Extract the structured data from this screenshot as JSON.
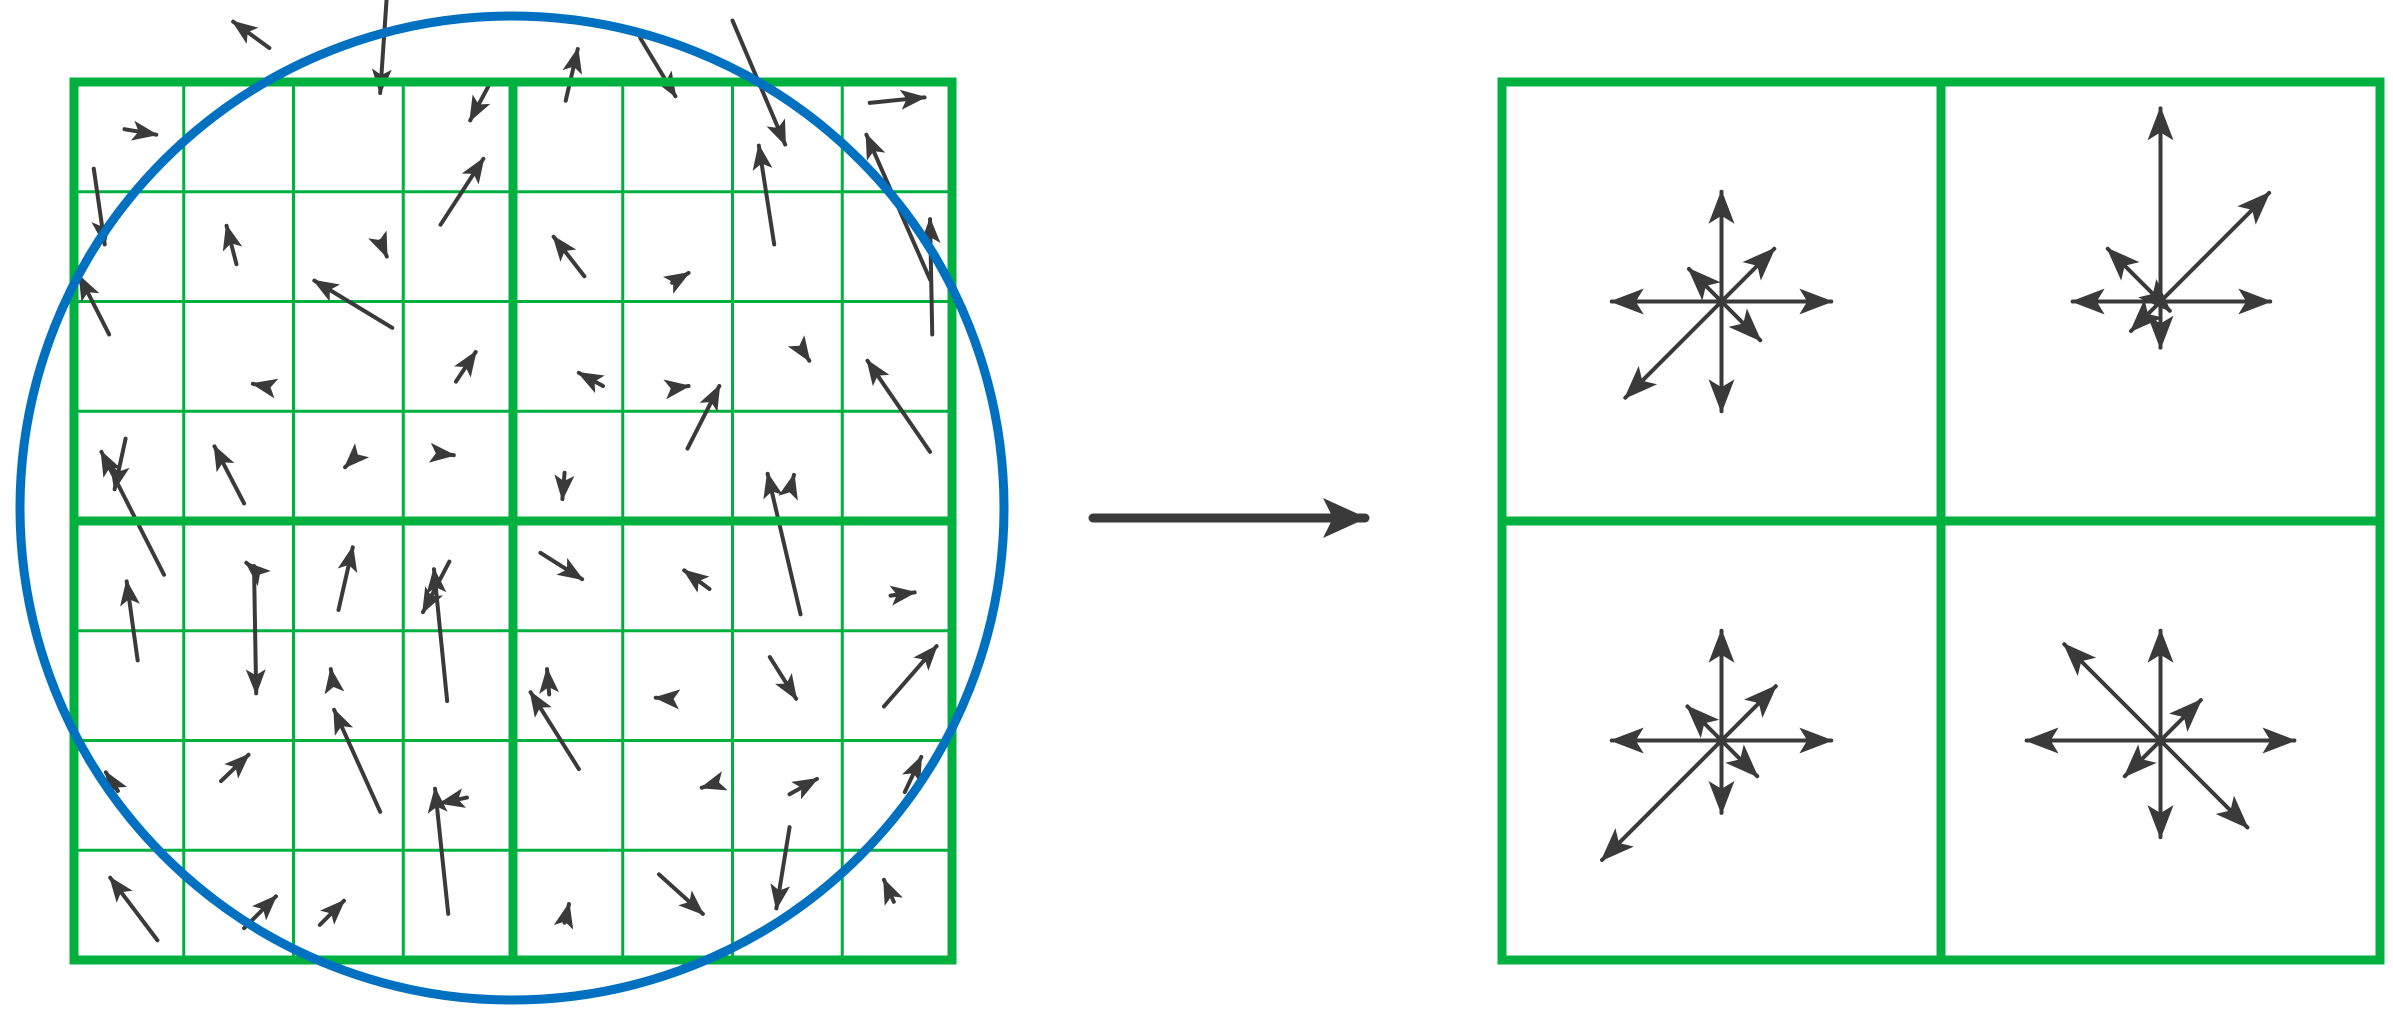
{
  "colors": {
    "grid": "#00b140",
    "circle": "#0070c0",
    "arrow": "#3a3a3a",
    "background": "#ffffff"
  },
  "left_panel": {
    "grid_cells": 8,
    "block_cells": 4,
    "gradient_vectors": [
      [
        [
          0.46,
          0.43
        ],
        [
          0.75,
          0.48
        ]
      ],
      [
        [
          0.78,
          -0.31
        ],
        [
          0.45,
          -0.55
        ]
      ],
      [
        [
          0.85,
          -0.78
        ],
        [
          0.79,
          0.1
        ]
      ],
      [
        [
          0.78,
          0.03
        ],
        [
          0.61,
          0.35
        ]
      ],
      [
        [
          0.48,
          0.17
        ],
        [
          0.59,
          -0.3
        ]
      ],
      [
        [
          0.16,
          -0.4
        ],
        [
          0.48,
          0.13
        ]
      ],
      [
        [
          0.0,
          -0.56
        ],
        [
          0.48,
          0.57
        ]
      ],
      [
        [
          0.25,
          0.19
        ],
        [
          0.75,
          0.14
        ]
      ],
      [
        [
          0.18,
          -0.21
        ],
        [
          0.28,
          0.48
        ]
      ],
      [
        [
          0.48,
          0.66
        ],
        [
          0.39,
          0.31
        ]
      ],
      [
        [
          0.79,
          0.45
        ],
        [
          0.85,
          0.59
        ]
      ],
      [
        [
          0.34,
          0.3
        ],
        [
          0.73,
          -0.3
        ]
      ],
      [
        [
          0.65,
          0.77
        ],
        [
          0.37,
          0.41
        ]
      ],
      [
        [
          0.45,
          0.83
        ],
        [
          0.6,
          0.74
        ]
      ],
      [
        [
          0.38,
          0.48
        ],
        [
          0.24,
          -0.42
        ]
      ],
      [
        [
          0.8,
          0.8
        ],
        [
          0.22,
          -0.52
        ]
      ],
      [
        [
          0.32,
          0.3
        ],
        [
          0.05,
          -0.23
        ]
      ],
      [
        [
          0.73,
          0.77
        ],
        [
          0.63,
          0.75
        ]
      ],
      [
        [
          0.9,
          0.24
        ],
        [
          0.19,
          -0.19
        ]
      ],
      [
        [
          0.48,
          0.73
        ],
        [
          0.66,
          0.46
        ]
      ],
      [
        [
          0.82,
          0.77
        ],
        [
          0.6,
          0.65
        ]
      ],
      [
        [
          0.46,
          0.79
        ],
        [
          0.6,
          0.77
        ]
      ],
      [
        [
          0.64,
          0.45
        ],
        [
          0.7,
          0.54
        ]
      ],
      [
        [
          0.82,
          0.3
        ],
        [
          0.8,
          -0.75
        ]
      ],
      [
        [
          0.47,
          0.25
        ],
        [
          0.37,
          0.71
        ]
      ],
      [
        [
          0.55,
          0.84
        ],
        [
          0.28,
          0.32
        ]
      ],
      [
        [
          0.5,
          0.48
        ],
        [
          0.47,
          0.51
        ]
      ],
      [
        [
          0.36,
          0.39
        ],
        [
          0.46,
          0.4
        ]
      ],
      [
        [
          0.47,
          0.56
        ],
        [
          0.45,
          0.8
        ]
      ],
      [
        [
          0.59,
          0.34
        ],
        [
          0.88,
          -0.23
        ]
      ],
      [
        [
          0.54,
          0.66
        ],
        [
          0.56,
          0.58
        ]
      ],
      [
        [
          0.8,
          0.37
        ],
        [
          0.23,
          -0.46
        ]
      ],
      [
        [
          0.82,
          0.49
        ],
        [
          0.25,
          -0.63
        ]
      ],
      [
        [
          0.65,
          0.45
        ],
        [
          0.57,
          0.38
        ]
      ],
      [
        [
          0.41,
          0.81
        ],
        [
          0.54,
          0.24
        ]
      ],
      [
        [
          0.42,
          0.37
        ],
        [
          0.18,
          0.83
        ]
      ],
      [
        [
          0.25,
          0.29
        ],
        [
          0.63,
          0.53
        ]
      ],
      [
        [
          0.79,
          0.62
        ],
        [
          0.56,
          0.45
        ]
      ],
      [
        [
          0.62,
          0.85
        ],
        [
          0.32,
          -0.43
        ]
      ],
      [
        [
          0.44,
          0.68
        ],
        [
          0.66,
          0.65
        ]
      ],
      [
        [
          0.58,
          0.27
        ],
        [
          0.48,
          -0.45
        ]
      ],
      [
        [
          0.64,
          -0.59
        ],
        [
          0.66,
          0.57
        ]
      ],
      [
        [
          0.36,
          0.48
        ],
        [
          0.34,
          0.35
        ]
      ],
      [
        [
          0.4,
          0.64
        ],
        [
          0.28,
          -0.56
        ]
      ],
      [
        [
          0.33,
          0.58
        ],
        [
          0.31,
          0.35
        ]
      ],
      [
        [
          0.44,
          0.62
        ],
        [
          0.3,
          0.61
        ]
      ],
      [
        [
          0.34,
          0.24
        ],
        [
          0.58,
          0.62
        ]
      ],
      [
        [
          0.38,
          0.69
        ],
        [
          0.86,
          0.14
        ]
      ],
      [
        [
          0.4,
          0.46
        ],
        [
          0.29,
          0.29
        ]
      ],
      [
        [
          0.34,
          0.37
        ],
        [
          0.59,
          0.13
        ]
      ],
      [
        [
          0.79,
          0.65
        ],
        [
          0.37,
          -0.28
        ]
      ],
      [
        [
          0.58,
          0.52
        ],
        [
          0.34,
          0.57
        ]
      ],
      [
        [
          0.6,
          0.26
        ],
        [
          0.16,
          -0.44
        ]
      ],
      [
        [
          0.82,
          0.4
        ],
        [
          0.72,
          0.43
        ]
      ],
      [
        [
          0.52,
          0.49
        ],
        [
          0.77,
          0.35
        ]
      ],
      [
        [
          0.57,
          0.47
        ],
        [
          0.72,
          0.15
        ]
      ],
      [
        [
          0.76,
          0.82
        ],
        [
          0.33,
          0.25
        ]
      ],
      [
        [
          0.55,
          0.71
        ],
        [
          0.84,
          0.42
        ]
      ],
      [
        [
          0.24,
          0.68
        ],
        [
          0.46,
          0.46
        ]
      ],
      [
        [
          0.41,
          0.58
        ],
        [
          0.29,
          -0.56
        ]
      ],
      [
        [
          0.47,
          0.66
        ],
        [
          0.51,
          0.49
        ]
      ],
      [
        [
          0.33,
          0.22
        ],
        [
          0.73,
          0.58
        ]
      ],
      [
        [
          0.52,
          -0.21
        ],
        [
          0.4,
          0.53
        ]
      ],
      [
        [
          0.47,
          0.47
        ],
        [
          0.38,
          0.27
        ]
      ]
    ]
  },
  "right_panel": {
    "grid_cells": 2,
    "histogram_lengths": [
      [
        0.5,
        0.34,
        0.5,
        0.21,
        0.5,
        0.62,
        0.5,
        0.25
      ],
      [
        0.5,
        0.7,
        0.88,
        0.34,
        0.4,
        0.19,
        0.21,
        0.06
      ],
      [
        0.5,
        0.35,
        0.5,
        0.22,
        0.5,
        0.77,
        0.33,
        0.23
      ],
      [
        0.61,
        0.26,
        0.5,
        0.62,
        0.61,
        0.23,
        0.44,
        0.56
      ]
    ]
  }
}
